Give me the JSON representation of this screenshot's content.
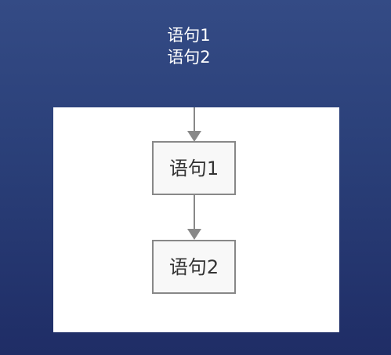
{
  "header": {
    "line1": "语句1",
    "line2": "语句2"
  },
  "diagram": {
    "nodes": [
      {
        "id": "statement-1",
        "label": "语句1"
      },
      {
        "id": "statement-2",
        "label": "语句2"
      }
    ],
    "edges": [
      {
        "from": "entry",
        "to": "statement-1"
      },
      {
        "from": "statement-1",
        "to": "statement-2"
      }
    ]
  },
  "colors": {
    "background_top": "#344b85",
    "background_bottom": "#1f2d66",
    "canvas": "#ffffff",
    "node_fill": "#f8f8f8",
    "node_stroke": "#888888",
    "arrow": "#888888",
    "text": "#333333"
  }
}
